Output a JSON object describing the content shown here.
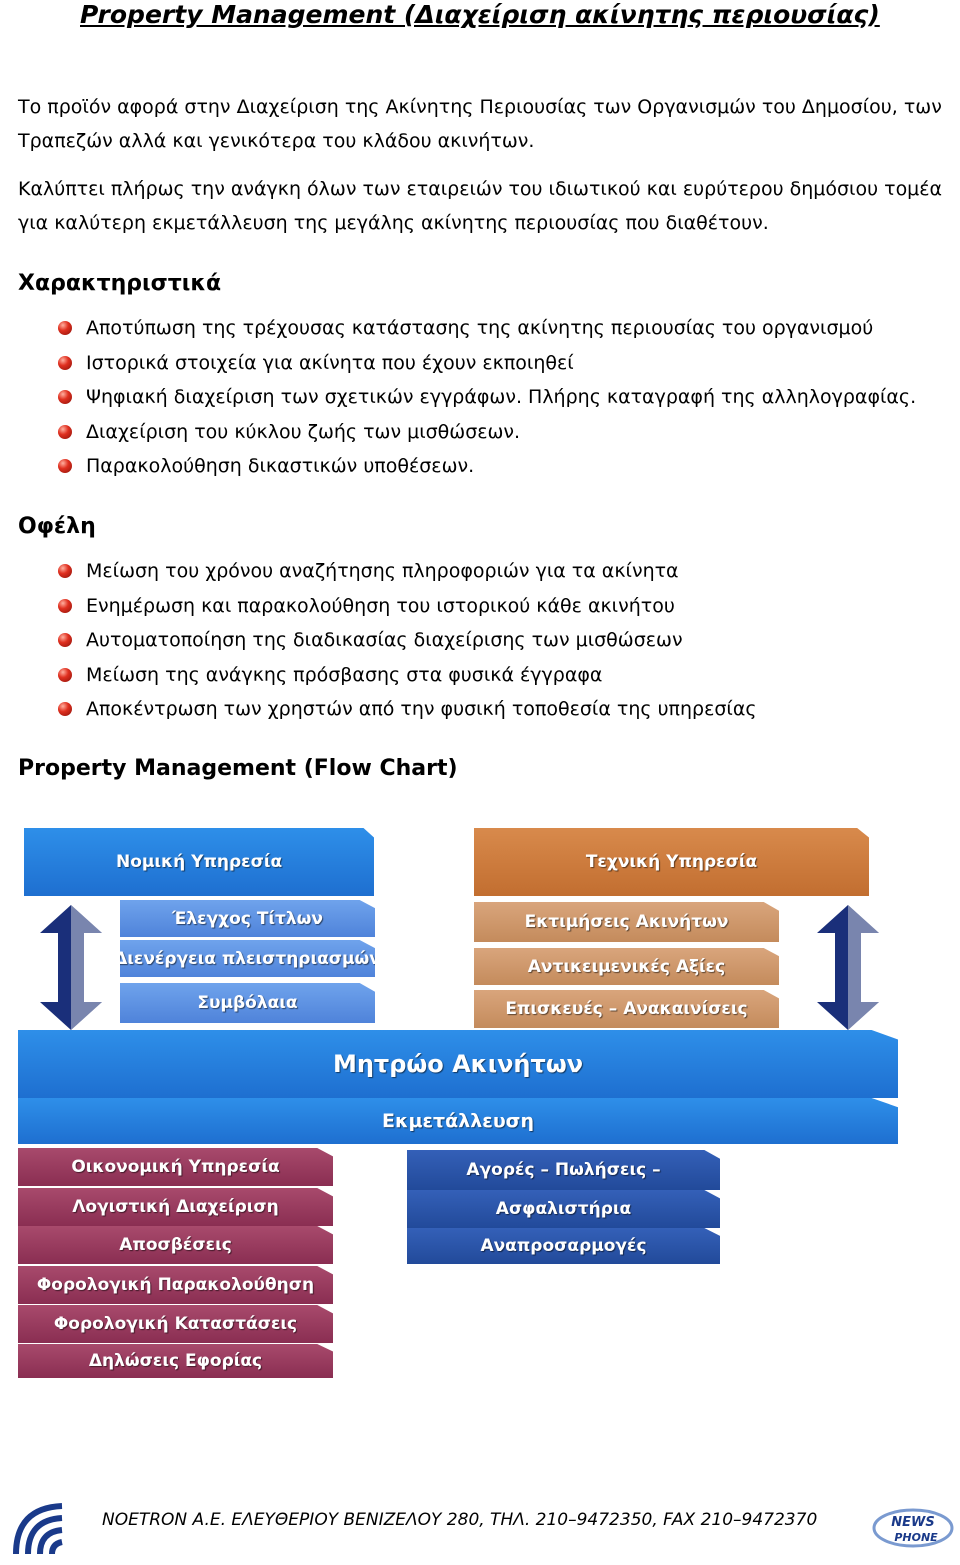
{
  "title": "Property Management (Διαχείριση ακίνητης περιουσίας)",
  "intro": [
    "Το προϊόν αφορά στην Διαχείριση της Ακίνητης Περιουσίας των Οργανισμών του Δημοσίου, των Τραπεζών αλλά και γενικότερα του κλάδου ακινήτων.",
    "Καλύπτει πλήρως την ανάγκη όλων των εταιρειών του ιδιωτικού και ευρύτερου δημόσιου τομέα για καλύτερη εκμετάλλευση της μεγάλης ακίνητης περιουσίας που διαθέτουν."
  ],
  "features": {
    "heading": "Χαρακτηριστικά",
    "items": [
      "Αποτύπωση της τρέχουσας κατάστασης της ακίνητης περιουσίας του οργανισμού",
      "Ιστορικά στοιχεία για ακίνητα που έχουν εκποιηθεί",
      "Ψηφιακή διαχείριση των σχετικών εγγράφων. Πλήρης καταγραφή της αλληλογραφίας.",
      "Διαχείριση του κύκλου ζωής των μισθώσεων.",
      "Παρακολούθηση δικαστικών υποθέσεων."
    ]
  },
  "benefits": {
    "heading": "Οφέλη",
    "items": [
      "Μείωση του χρόνου αναζήτησης πληροφοριών για τα ακίνητα",
      "Ενημέρωση και παρακολούθηση του ιστορικού κάθε ακινήτου",
      "Αυτοματοποίηση της διαδικασίας διαχείρισης των μισθώσεων",
      "Μείωση της ανάγκης πρόσβασης στα φυσικά έγγραφα",
      "Αποκέντρωση των χρηστών από την φυσική τοποθεσία της υπηρεσίας"
    ]
  },
  "flow": {
    "heading": "Property Management (Flow Chart)",
    "legal": {
      "header": "Νομική Υπηρεσία",
      "items": [
        "Έλεγχος Τίτλων",
        "Διενέργεια πλειστηριασμών",
        "Συμβόλαια"
      ]
    },
    "technical": {
      "header": "Τεχνική Υπηρεσία",
      "items": [
        "Εκτιμήσεις Ακινήτων",
        "Αντικειμενικές Αξίες",
        "Επισκευές – Ανακαινίσεις"
      ]
    },
    "registry": "Μητρώο Ακινήτων",
    "exploitation": "Εκμετάλλευση",
    "financial": {
      "header": "Οικονομική Υπηρεσία",
      "items": [
        "Λογιστική Διαχείριση",
        "Αποσβέσεις",
        "Φορολογική Παρακολούθηση",
        "Φορολογική Καταστάσεις",
        "Δηλώσεις Εφορίας"
      ]
    },
    "commercial": [
      "Αγορές – Πωλήσεις –",
      "Ασφαλιστήρια",
      "Αναπροσαρμογές"
    ],
    "colors": {
      "blue": "#1e7ee0",
      "orange": "#c87a3c",
      "maroon": "#922f56",
      "navy": "#2a54aa"
    }
  },
  "footer": {
    "text": "NOETRON A.E. ΕΛΕΥΘΕΡΙΟΥ ΒΕΝΙΖΕΛΟΥ 280, ΤΗΛ. 210–9472350, FAX 210–9472370",
    "logo": "NEWS PHONE",
    "icons": [
      "noetron-logo-icon",
      "newsphone-logo-icon"
    ]
  }
}
